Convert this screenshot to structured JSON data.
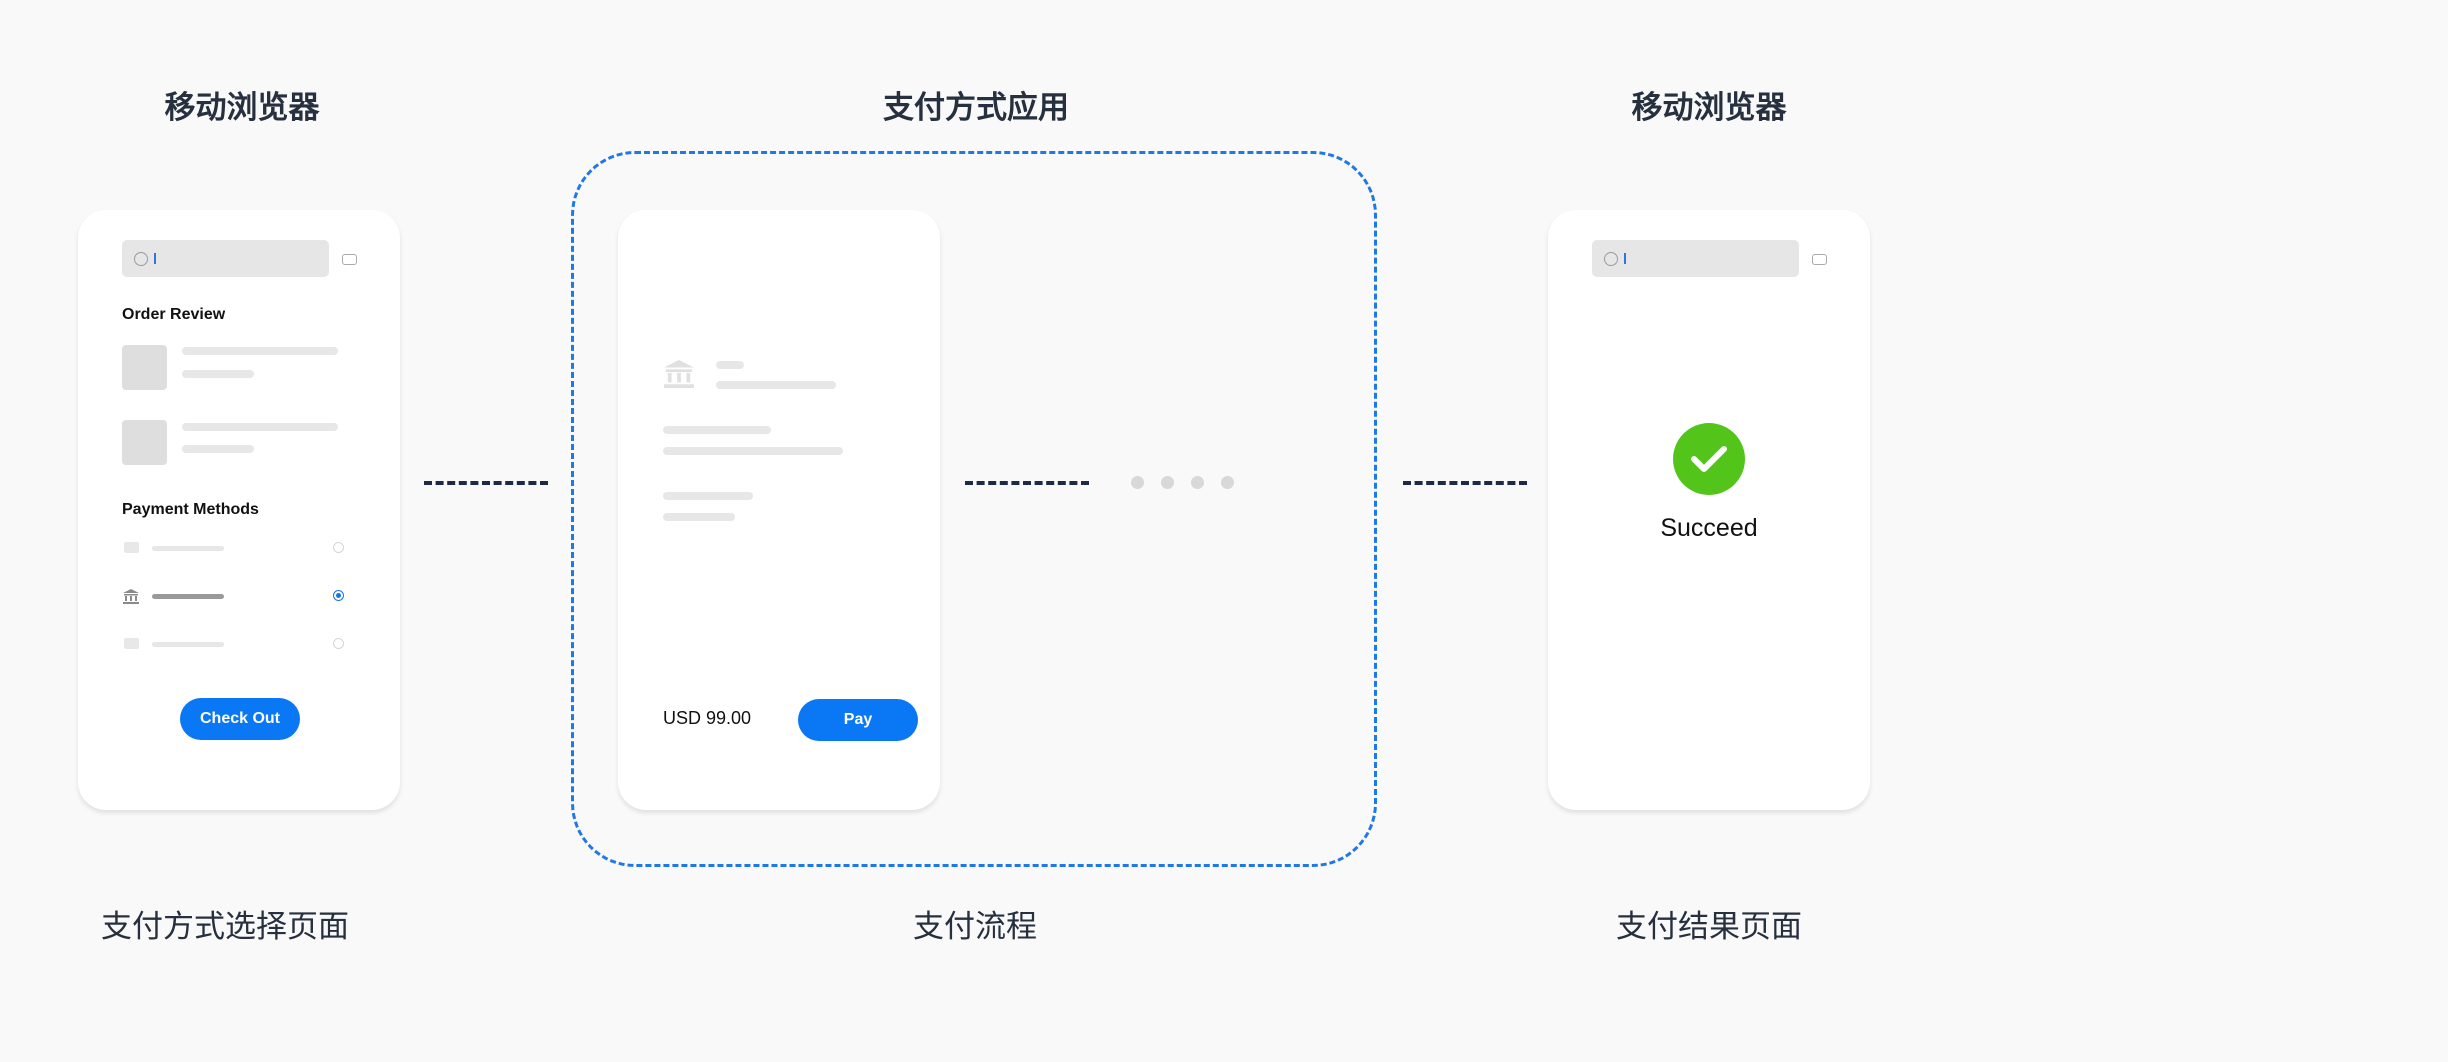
{
  "stages": {
    "left_title": "移动浏览器",
    "middle_title": "支付方式应用",
    "right_title": "移动浏览器",
    "left_caption": "支付方式选择页面",
    "middle_caption": "支付流程",
    "right_caption": "支付结果页面"
  },
  "checkout_screen": {
    "address_text": "",
    "order_review_label": "Order Review",
    "payment_methods_label": "Payment Methods",
    "selected_method_index": 1,
    "checkout_button": "Check Out"
  },
  "payment_app_screen": {
    "amount": "USD 99.00",
    "pay_button": "Pay"
  },
  "result_screen": {
    "status_text": "Succeed"
  },
  "colors": {
    "accent": "#0a77f5",
    "frame": "#1f78e6",
    "success": "#52c41a",
    "connector": "#1d2b48",
    "background": "#f9f9f9"
  },
  "icons": [
    "globe-icon",
    "camera-icon",
    "bank-icon",
    "card-icon",
    "check-icon"
  ]
}
